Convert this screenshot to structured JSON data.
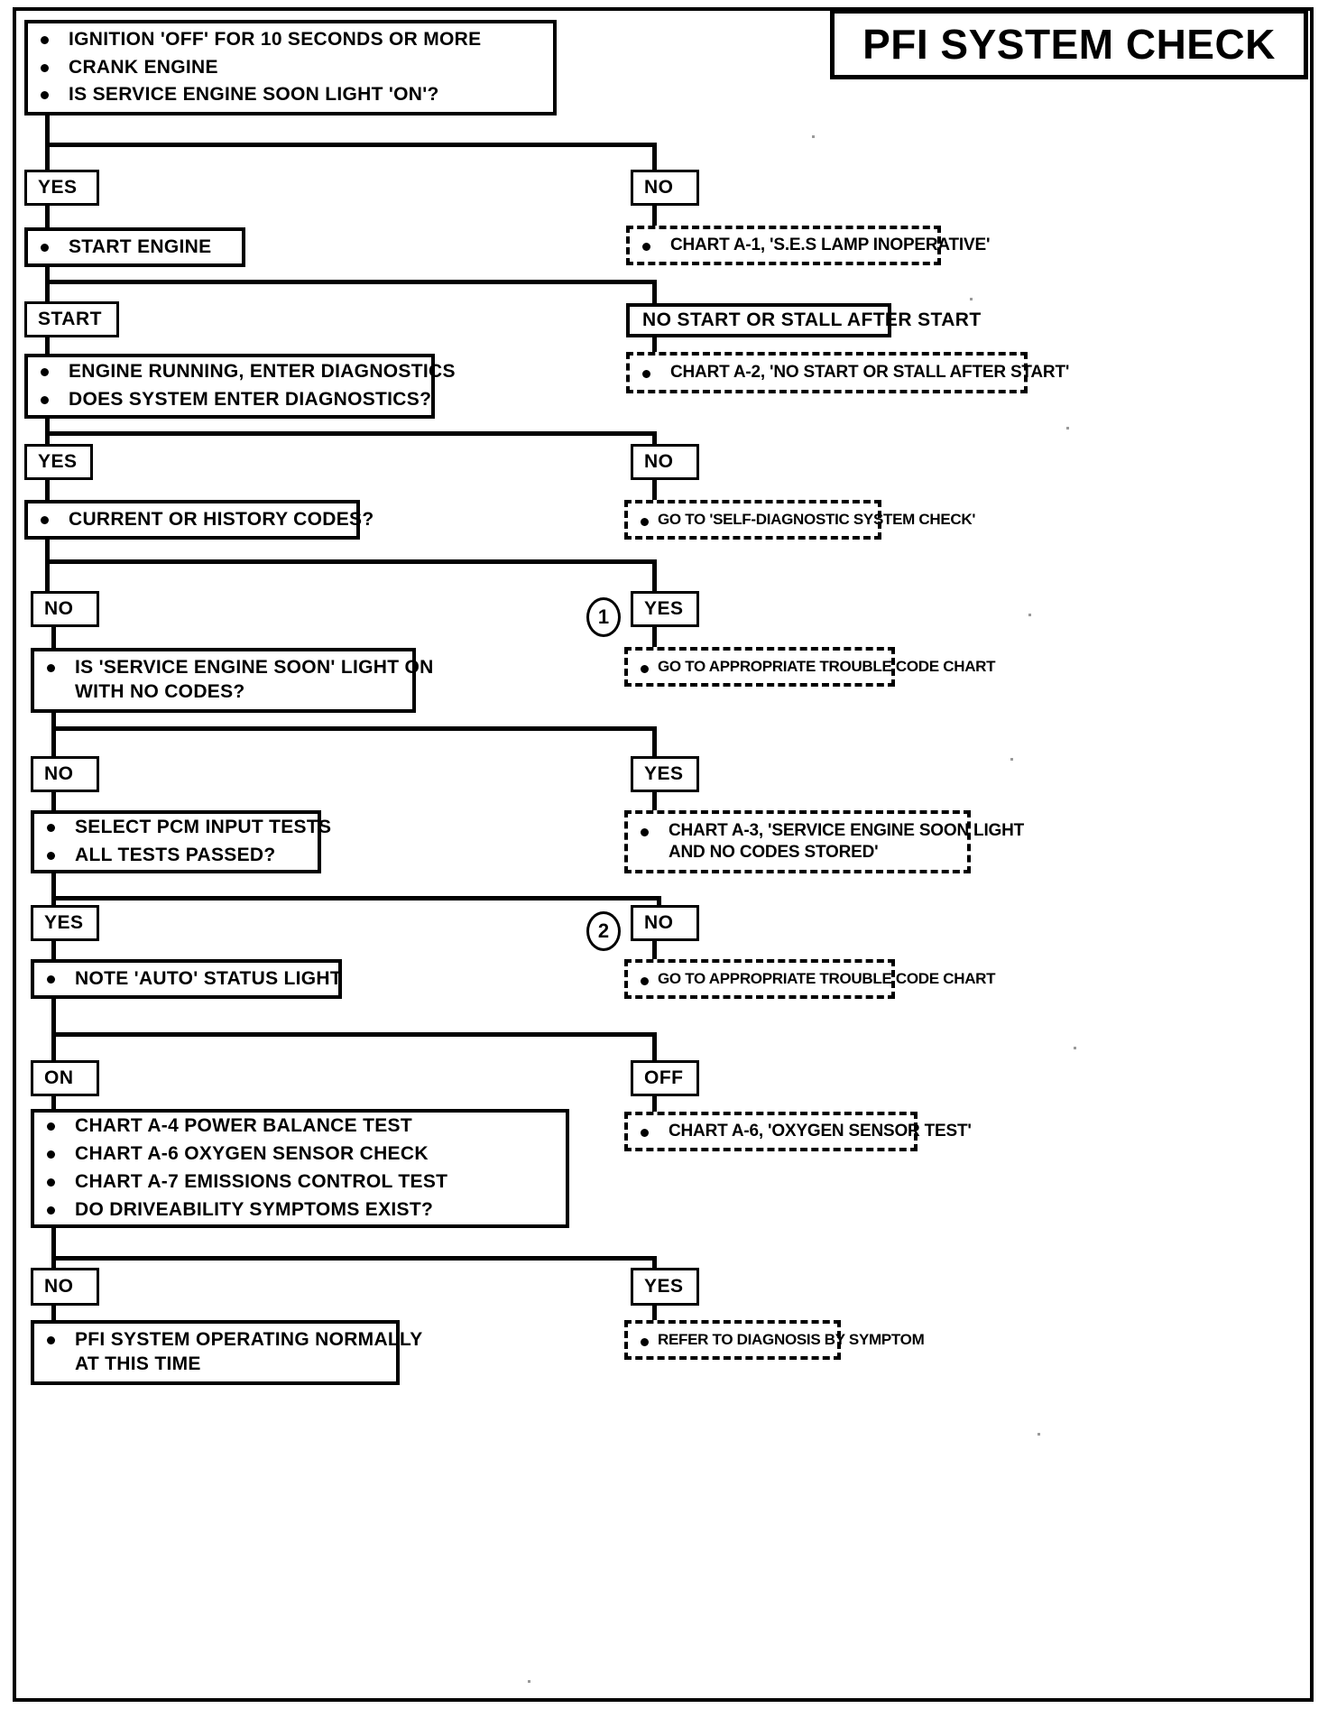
{
  "document": {
    "title": "PFI SYSTEM CHECK",
    "type": "diagnostic-flowchart"
  },
  "chart_data": {
    "type": "flowchart",
    "title": "PFI SYSTEM CHECK",
    "nodes": [
      {
        "id": "n1",
        "kind": "process",
        "lines": [
          "IGNITION 'OFF' FOR 10 SECONDS OR MORE",
          "CRANK ENGINE",
          "IS SERVICE ENGINE SOON LIGHT 'ON'?"
        ]
      },
      {
        "id": "n2",
        "kind": "label",
        "lines": [
          "YES"
        ]
      },
      {
        "id": "n3",
        "kind": "label",
        "lines": [
          "NO"
        ]
      },
      {
        "id": "n4",
        "kind": "process",
        "lines": [
          "START ENGINE"
        ]
      },
      {
        "id": "n5",
        "kind": "reference",
        "lines": [
          "CHART A-1, 'S.E.S LAMP INOPERATIVE'"
        ]
      },
      {
        "id": "n6",
        "kind": "label",
        "lines": [
          "START"
        ]
      },
      {
        "id": "n7",
        "kind": "process",
        "lines": [
          "NO START OR STALL AFTER START"
        ]
      },
      {
        "id": "n8",
        "kind": "process",
        "lines": [
          "ENGINE RUNNING, ENTER DIAGNOSTICS",
          "DOES SYSTEM ENTER DIAGNOSTICS?"
        ]
      },
      {
        "id": "n9",
        "kind": "reference",
        "lines": [
          "CHART A-2, 'NO START OR STALL AFTER START'"
        ]
      },
      {
        "id": "n10",
        "kind": "label",
        "lines": [
          "YES"
        ]
      },
      {
        "id": "n11",
        "kind": "label",
        "lines": [
          "NO"
        ]
      },
      {
        "id": "n12",
        "kind": "process",
        "lines": [
          "CURRENT OR HISTORY CODES?"
        ]
      },
      {
        "id": "n13",
        "kind": "reference",
        "lines": [
          "GO TO 'SELF-DIAGNOSTIC SYSTEM CHECK'"
        ]
      },
      {
        "id": "n14",
        "kind": "label",
        "lines": [
          "NO"
        ]
      },
      {
        "id": "n15",
        "kind": "label",
        "lines": [
          "YES"
        ]
      },
      {
        "id": "n16",
        "kind": "process",
        "lines": [
          "IS 'SERVICE ENGINE SOON' LIGHT ON",
          "WITH NO CODES?"
        ]
      },
      {
        "id": "n17",
        "kind": "reference",
        "lines": [
          "GO TO APPROPRIATE TROUBLE CODE CHART"
        ]
      },
      {
        "id": "n18",
        "kind": "label",
        "lines": [
          "NO"
        ]
      },
      {
        "id": "n19",
        "kind": "label",
        "lines": [
          "YES"
        ]
      },
      {
        "id": "n20",
        "kind": "process",
        "lines": [
          "SELECT PCM INPUT TESTS",
          "ALL TESTS PASSED?"
        ]
      },
      {
        "id": "n21",
        "kind": "reference",
        "lines": [
          "CHART A-3, 'SERVICE ENGINE SOON LIGHT",
          "AND NO CODES STORED'"
        ]
      },
      {
        "id": "n22",
        "kind": "label",
        "lines": [
          "YES"
        ]
      },
      {
        "id": "n23",
        "kind": "label",
        "lines": [
          "NO"
        ]
      },
      {
        "id": "n24",
        "kind": "process",
        "lines": [
          "NOTE 'AUTO' STATUS LIGHT"
        ]
      },
      {
        "id": "n25",
        "kind": "reference",
        "lines": [
          "GO TO APPROPRIATE TROUBLE CODE CHART"
        ]
      },
      {
        "id": "n26",
        "kind": "label",
        "lines": [
          "ON"
        ]
      },
      {
        "id": "n27",
        "kind": "label",
        "lines": [
          "OFF"
        ]
      },
      {
        "id": "n28",
        "kind": "process",
        "lines": [
          "CHART A-4 POWER BALANCE TEST",
          "CHART A-6 OXYGEN SENSOR CHECK",
          "CHART A-7 EMISSIONS CONTROL TEST",
          "DO DRIVEABILITY SYMPTOMS EXIST?"
        ]
      },
      {
        "id": "n29",
        "kind": "reference",
        "lines": [
          "CHART A-6, 'OXYGEN SENSOR TEST'"
        ]
      },
      {
        "id": "n30",
        "kind": "label",
        "lines": [
          "NO"
        ]
      },
      {
        "id": "n31",
        "kind": "label",
        "lines": [
          "YES"
        ]
      },
      {
        "id": "n32",
        "kind": "process",
        "lines": [
          "PFI SYSTEM OPERATING NORMALLY",
          "AT THIS TIME"
        ]
      },
      {
        "id": "n33",
        "kind": "reference",
        "lines": [
          "REFER TO DIAGNOSIS BY SYMPTOM"
        ]
      }
    ],
    "connector_markers": [
      "1",
      "2"
    ]
  },
  "boxes": {
    "step1": {
      "line1": "IGNITION 'OFF' FOR 10 SECONDS OR MORE",
      "line2": "CRANK ENGINE",
      "line3": "IS SERVICE ENGINE SOON LIGHT 'ON'?"
    },
    "branch1": {
      "yes": "YES",
      "no": "NO"
    },
    "start_engine": "START ENGINE",
    "chart_a1": "CHART A-1, 'S.E.S LAMP INOPERATIVE'",
    "start_label": "START",
    "no_start_or_stall": "NO START OR STALL AFTER START",
    "step3": {
      "line1": "ENGINE RUNNING, ENTER DIAGNOSTICS",
      "line2": "DOES SYSTEM ENTER DIAGNOSTICS?"
    },
    "chart_a2": "CHART A-2, 'NO START OR STALL AFTER START'",
    "branch2": {
      "yes": "YES",
      "no": "NO"
    },
    "codes_question": "CURRENT OR HISTORY CODES?",
    "self_diagnostic": "GO TO 'SELF-DIAGNOSTIC SYSTEM CHECK'",
    "branch3": {
      "no": "NO",
      "yes": "YES"
    },
    "ses_light_question": {
      "line1": "IS 'SERVICE ENGINE SOON' LIGHT ON",
      "line2": "WITH NO CODES?"
    },
    "trouble_code_chart_1": "GO TO APPROPRIATE TROUBLE CODE CHART",
    "branch4": {
      "no": "NO",
      "yes": "YES"
    },
    "pcm_tests": {
      "line1": "SELECT PCM INPUT TESTS",
      "line2": "ALL TESTS PASSED?"
    },
    "chart_a3": {
      "line1": "CHART A-3, 'SERVICE ENGINE SOON LIGHT",
      "line2": "AND NO CODES STORED'"
    },
    "branch5": {
      "yes": "YES",
      "no": "NO"
    },
    "auto_status": "NOTE 'AUTO' STATUS LIGHT",
    "trouble_code_chart_2": "GO TO APPROPRIATE TROUBLE CODE CHART",
    "branch6": {
      "on": "ON",
      "off": "OFF"
    },
    "final_tests": {
      "line1": "CHART A-4 POWER BALANCE TEST",
      "line2": "CHART A-6 OXYGEN SENSOR CHECK",
      "line3": "CHART A-7 EMISSIONS CONTROL TEST",
      "line4": "DO DRIVEABILITY SYMPTOMS EXIST?"
    },
    "chart_a6": "CHART A-6, 'OXYGEN SENSOR TEST'",
    "branch7": {
      "no": "NO",
      "yes": "YES"
    },
    "normal_operation": {
      "line1": "PFI SYSTEM OPERATING NORMALLY",
      "line2": "AT THIS TIME"
    },
    "refer_symptom": "REFER TO DIAGNOSIS BY SYMPTOM"
  },
  "markers": {
    "one": "1",
    "two": "2"
  }
}
